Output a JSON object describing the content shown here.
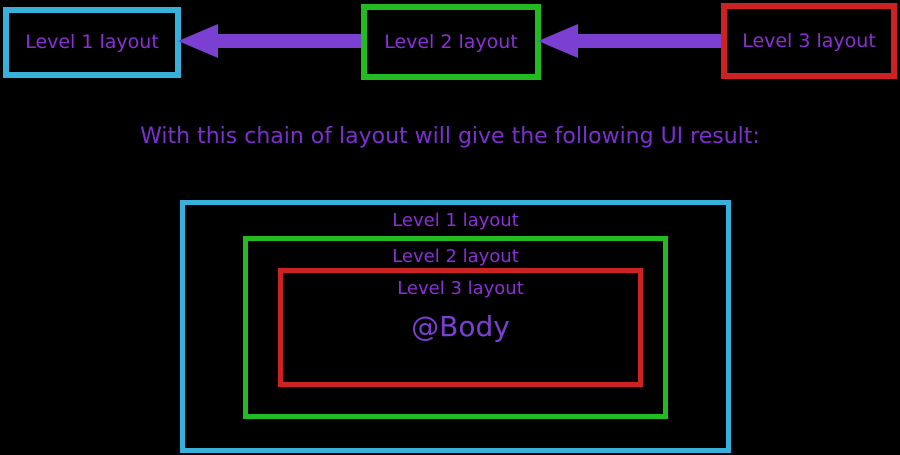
{
  "diagram": {
    "title": "Nested layout chain diagram",
    "background_color": "#000000",
    "colors": {
      "level1_border": "#38b0dc",
      "level2_border": "#22bb22",
      "level3_border": "#cc2222",
      "text_purple": "#8b2fd6",
      "arrow_purple": "#7b3fd1",
      "caption_purple": "#7b2fd0"
    }
  },
  "chain": {
    "boxes": [
      {
        "label": "Level 1 layout",
        "color": "#38b0dc",
        "level": 1
      },
      {
        "label": "Level 2 layout",
        "color": "#22bb22",
        "level": 2
      },
      {
        "label": "Level 3 layout",
        "color": "#cc2222",
        "level": 3
      }
    ],
    "arrows": [
      {
        "from": "Level 2 layout",
        "to": "Level 1 layout",
        "direction": "left",
        "color": "#7b3fd1"
      },
      {
        "from": "Level 3 layout",
        "to": "Level 2 layout",
        "direction": "left",
        "color": "#7b3fd1"
      }
    ]
  },
  "caption": {
    "text": "With this chain of layout will give the following UI result:"
  },
  "result": {
    "nested": {
      "level1_label": "Level 1 layout",
      "level2_label": "Level 2 layout",
      "level3_label": "Level 3 layout",
      "body_token": "@Body"
    }
  }
}
